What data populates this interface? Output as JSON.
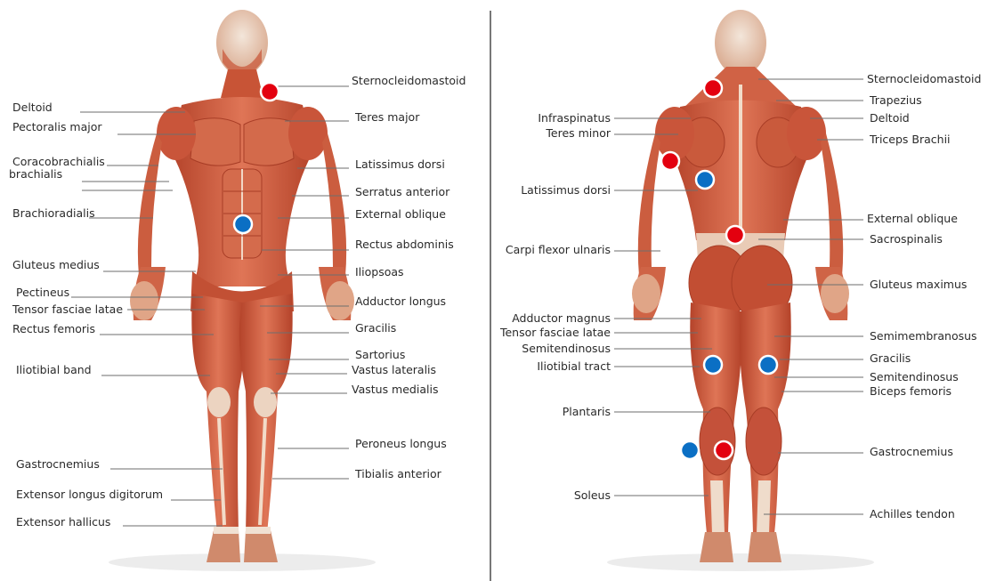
{
  "front_panel": {
    "labels_left": [
      "Deltoid",
      "Pectoralis major",
      "Coracobrachialis",
      "brachialis",
      "Brachioradialis",
      "Gluteus medius",
      "Pectineus",
      "Tensor fasciae latae",
      "Rectus femoris",
      "Iliotibial band",
      "Gastrocnemius",
      "Extensor longus digitorum",
      "Extensor  hallicus"
    ],
    "labels_right": [
      "Sternocleidomastoid",
      "Teres major",
      "Latissimus dorsi",
      "Serratus anterior",
      "External oblique",
      "Rectus abdominis",
      "Iliopsoas",
      "Adductor longus",
      "Gracilis",
      "Sartorius",
      "Vastus lateralis",
      "Vastus medialis",
      "Peroneus longus",
      "Tibialis anterior"
    ]
  },
  "back_panel": {
    "labels_left": [
      "Infraspinatus",
      "Teres minor",
      "Latissimus dorsi",
      "Carpi flexor ulnaris",
      "Adductor magnus",
      "Tensor fasciae latae",
      "Semitendinosus",
      "Iliotibial  tract",
      "Plantaris",
      "Soleus"
    ],
    "labels_right": [
      "Sternocleidomastoid",
      "Trapezius",
      "Deltoid",
      "Triceps Brachii",
      "External oblique",
      "Sacrospinalis",
      "Gluteus maximus",
      "Semimembranosus",
      "Gracilis",
      "Semitendinosus",
      "Biceps femoris",
      "Gastrocnemius",
      "Achilles tendon"
    ]
  },
  "marker_colors": {
    "red": "#e3000f",
    "blue": "#0b6fc4"
  },
  "skin_colors": {
    "muscle": "#cf5a3c",
    "muscle_dark": "#a83d26",
    "tendon": "#f2e2d2",
    "base": "#f5efe8"
  }
}
